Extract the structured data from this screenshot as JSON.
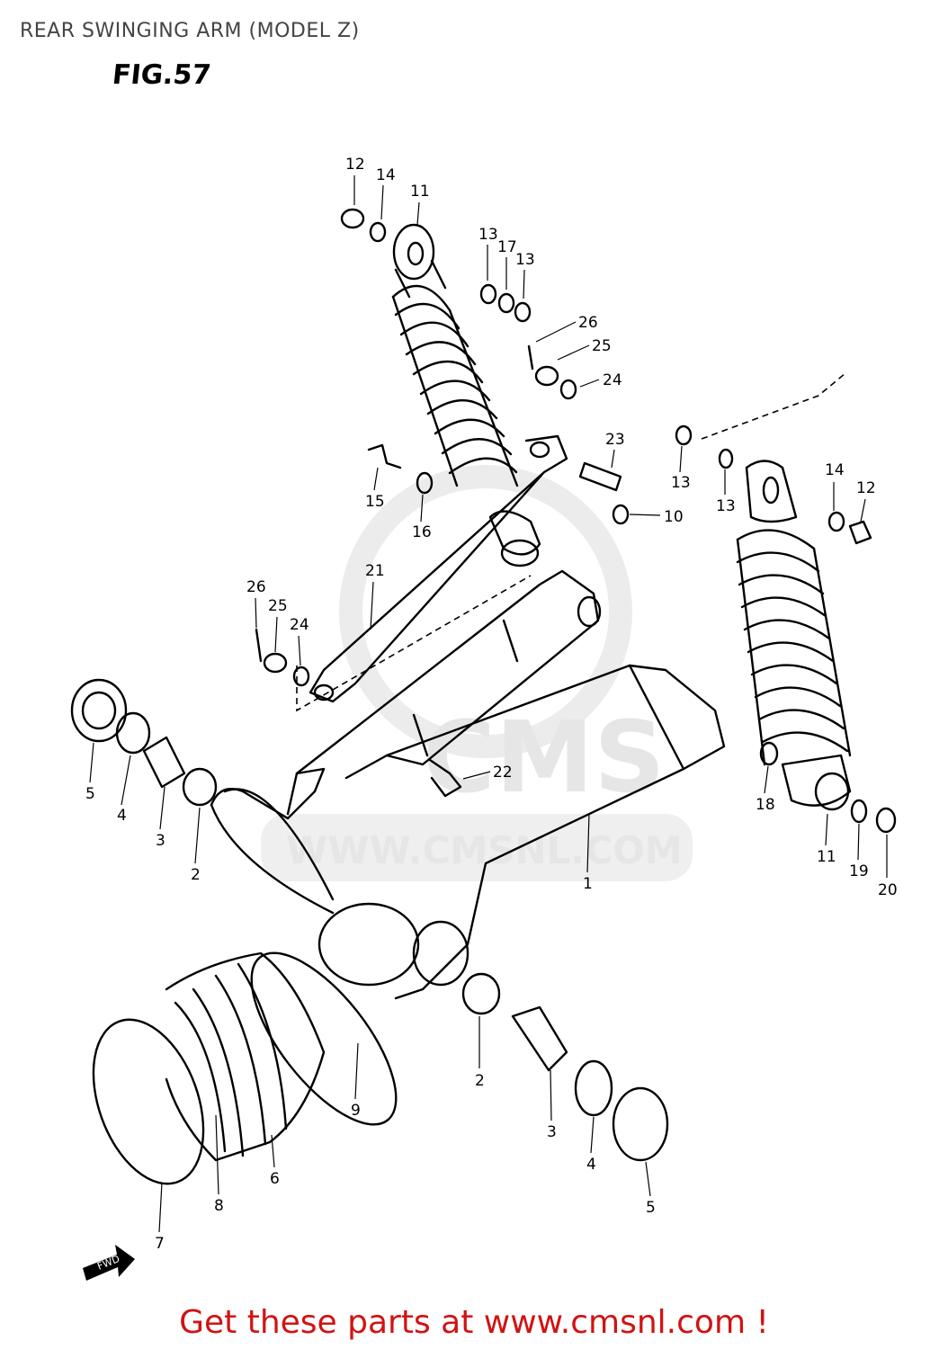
{
  "header": {
    "title": "REAR SWINGING ARM (MODEL Z)",
    "figure": "FIG.57"
  },
  "watermark": {
    "logo": "CMS",
    "url": "WWW.CMSNL.COM"
  },
  "direction_label": "FWD",
  "footer": {
    "cta": "Get these parts at www.cmsnl.com !"
  },
  "callouts": [
    "12",
    "14",
    "11",
    "13",
    "17",
    "13",
    "26",
    "25",
    "24",
    "23",
    "13",
    "13",
    "14",
    "12",
    "10",
    "15",
    "16",
    "21",
    "26",
    "25",
    "24",
    "5",
    "4",
    "3",
    "2",
    "22",
    "18",
    "11",
    "19",
    "20",
    "1",
    "9",
    "2",
    "3",
    "4",
    "5",
    "6",
    "7",
    "8"
  ]
}
